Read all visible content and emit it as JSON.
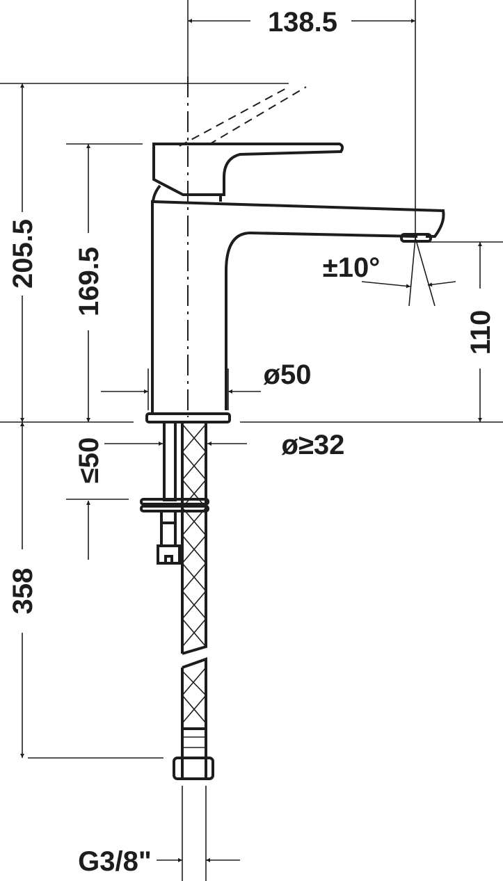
{
  "title": "Faucet dimension drawing",
  "dimensions": {
    "spout_reach": "138.5",
    "total_height": "205.5",
    "body_height": "169.5",
    "spray_angle": "±10°",
    "spout_height": "110",
    "body_diameter": "ø50",
    "hole_diameter": "ø≥32",
    "max_deck_thickness": "≤50",
    "hose_length": "358",
    "connection_thread": "G3/8\""
  },
  "colors": {
    "line": "#1d1d1b",
    "background": "#ffffff"
  }
}
